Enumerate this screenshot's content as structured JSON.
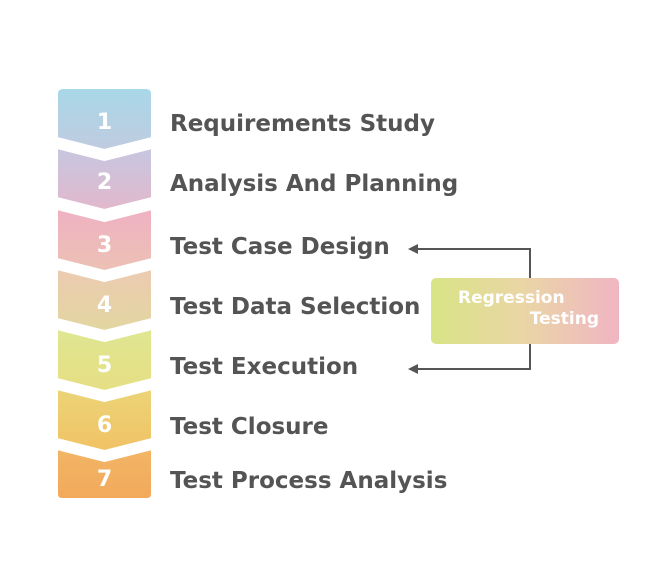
{
  "steps": [
    {
      "number": "1",
      "label": "Requirements Study",
      "color_top": "#a8d8e8",
      "color_bottom": "#c0cbe0"
    },
    {
      "number": "2",
      "label": "Analysis And Planning",
      "color_top": "#c6c7e0",
      "color_bottom": "#e2b8cc"
    },
    {
      "number": "3",
      "label": "Test Case Design",
      "color_top": "#efb1c3",
      "color_bottom": "#ecc1b4"
    },
    {
      "number": "4",
      "label": "Test Data Selection",
      "color_top": "#eccbb1",
      "color_bottom": "#e2d6a0"
    },
    {
      "number": "5",
      "label": "Test Execution",
      "color_top": "#dfe691",
      "color_bottom": "#e6df84"
    },
    {
      "number": "6",
      "label": "Test Closure",
      "color_top": "#ecd478",
      "color_bottom": "#f0c264"
    },
    {
      "number": "7",
      "label": "Test Process Analysis",
      "color_top": "#f2b566",
      "color_bottom": "#f2a95a"
    }
  ],
  "regression": {
    "line1": "Regression",
    "line2": "Testing"
  },
  "colors": {
    "label_text": "#545454",
    "connector": "#555555"
  }
}
